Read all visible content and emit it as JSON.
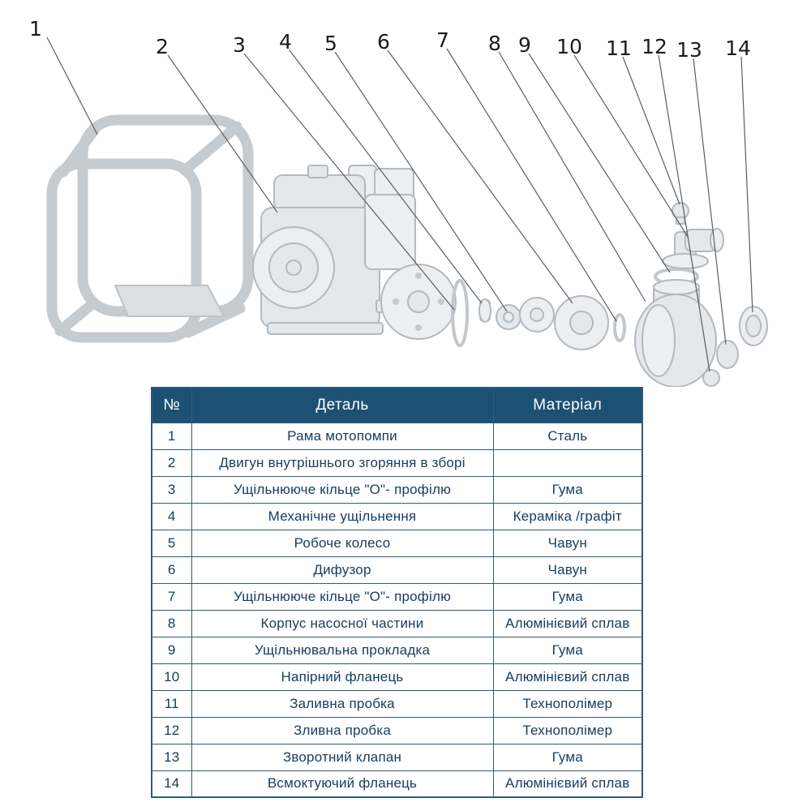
{
  "diagram": {
    "title": "Exploded view of motor pump",
    "callouts": [
      {
        "label": "1"
      },
      {
        "label": "2"
      },
      {
        "label": "3"
      },
      {
        "label": "4"
      },
      {
        "label": "5"
      },
      {
        "label": "6"
      },
      {
        "label": "7"
      },
      {
        "label": "8"
      },
      {
        "label": "9"
      },
      {
        "label": "10"
      },
      {
        "label": "11"
      },
      {
        "label": "12"
      },
      {
        "label": "13"
      },
      {
        "label": "14"
      }
    ]
  },
  "table": {
    "headers": {
      "num": "№",
      "part": "Деталь",
      "material": "Матеріал"
    },
    "rows": [
      {
        "num": "1",
        "part": "Рама мотопомпи",
        "material": "Сталь"
      },
      {
        "num": "2",
        "part": "Двигун внутрішнього згоряння в зборі",
        "material": ""
      },
      {
        "num": "3",
        "part": "Ущільнююче кільце \"О\"- профілю",
        "material": "Гума"
      },
      {
        "num": "4",
        "part": "Механічне ущільнення",
        "material": "Кераміка /графіт"
      },
      {
        "num": "5",
        "part": "Робоче колесо",
        "material": "Чавун"
      },
      {
        "num": "6",
        "part": "Дифузор",
        "material": "Чавун"
      },
      {
        "num": "7",
        "part": "Ущільнююче кільце \"О\"- профілю",
        "material": "Гума"
      },
      {
        "num": "8",
        "part": "Корпус насосної частини",
        "material": "Алюмінієвий сплав"
      },
      {
        "num": "9",
        "part": "Ущільнювальна прокладка",
        "material": "Гума"
      },
      {
        "num": "10",
        "part": "Напірний фланець",
        "material": "Алюмінієвий сплав"
      },
      {
        "num": "11",
        "part": "Заливна пробка",
        "material": "Технополімер"
      },
      {
        "num": "12",
        "part": "Зливна пробка",
        "material": "Технополімер"
      },
      {
        "num": "13",
        "part": "Зворотний клапан",
        "material": "Гума"
      },
      {
        "num": "14",
        "part": "Всмоктуючий фланець",
        "material": "Алюмінієвий сплав"
      }
    ]
  },
  "colors": {
    "header_bg": "#1d5173",
    "table_text": "#163e60",
    "table_border": "#2b5b7e",
    "part_grey": "#e5e8ea"
  }
}
